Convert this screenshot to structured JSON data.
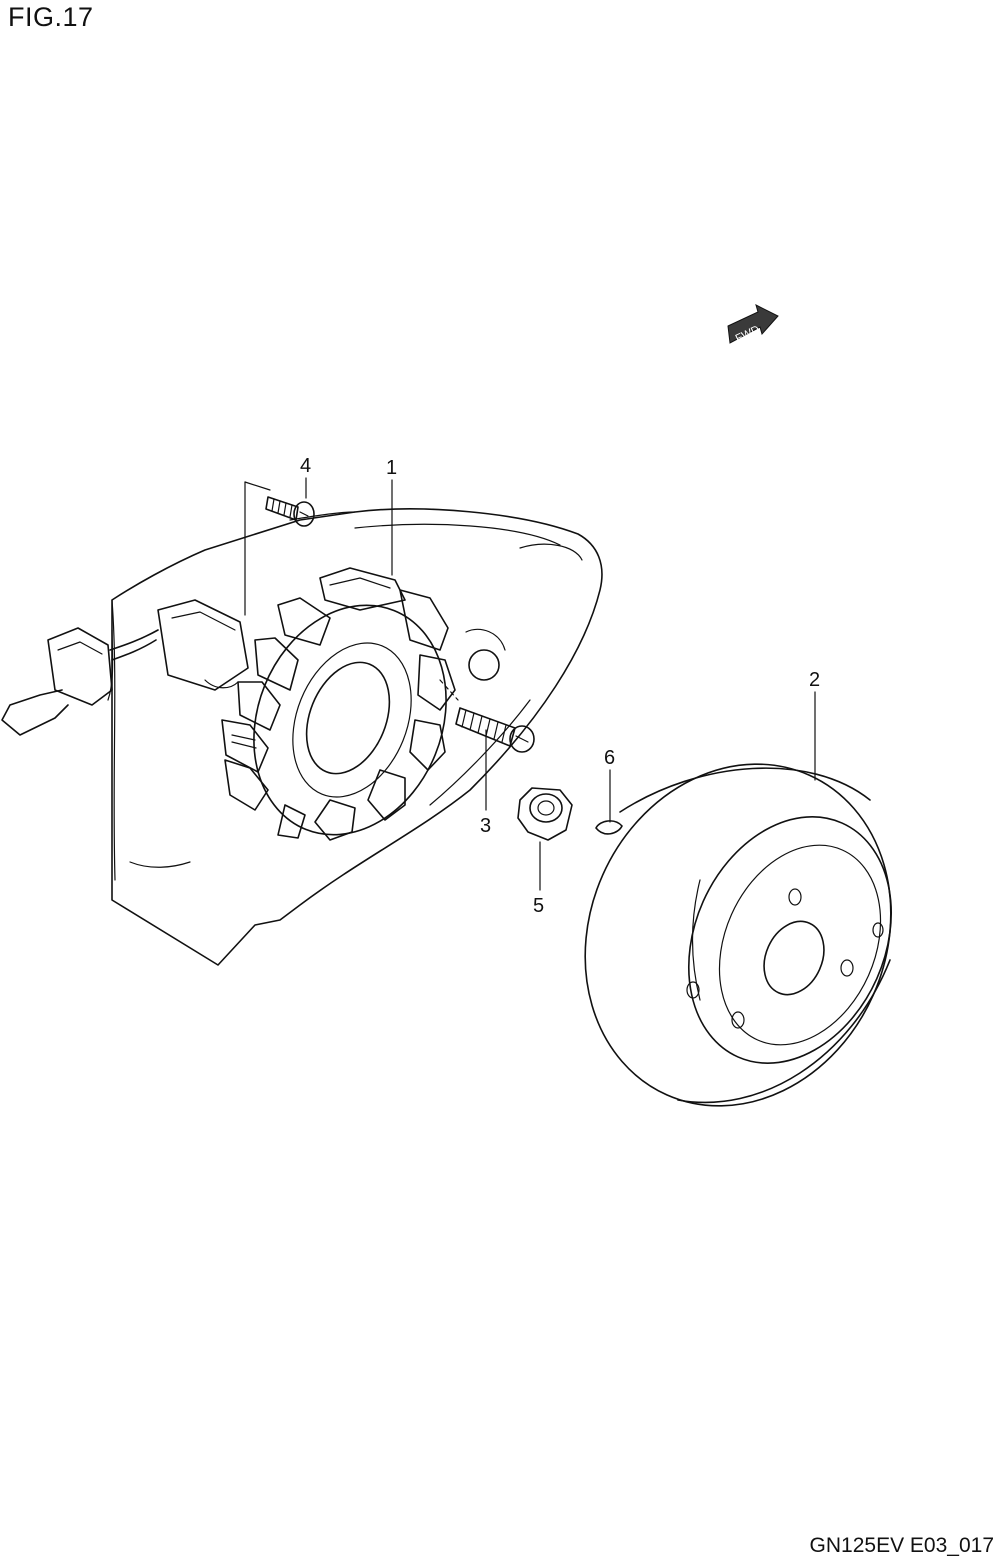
{
  "figure": {
    "title": "FIG.17",
    "code": "GN125EV E03_017"
  },
  "badge": {
    "text": "FWD",
    "color": "#3a3a3a"
  },
  "callouts": [
    {
      "number": "1"
    },
    {
      "number": "2"
    },
    {
      "number": "3"
    },
    {
      "number": "4"
    },
    {
      "number": "5"
    },
    {
      "number": "6"
    }
  ]
}
